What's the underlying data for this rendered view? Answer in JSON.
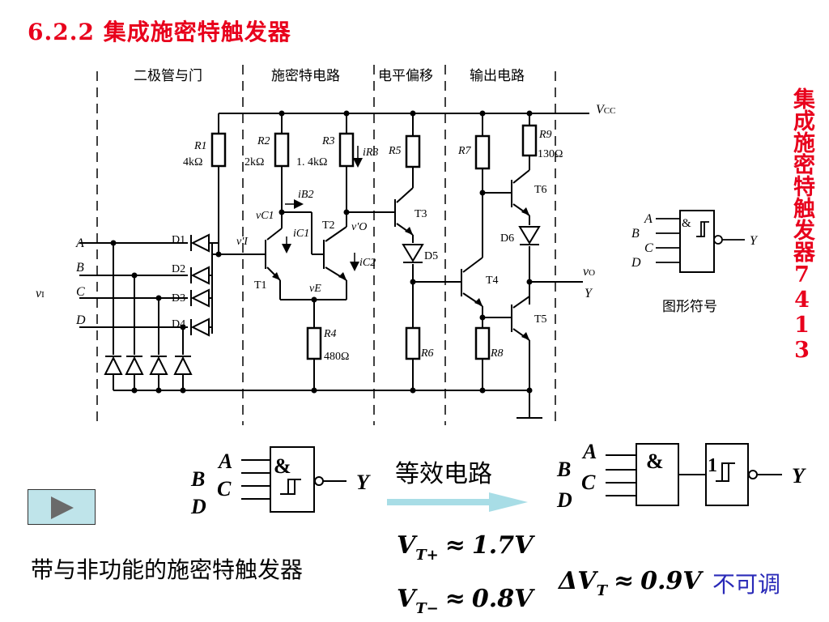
{
  "title": "6.2.2 集成施密特触发器",
  "side_title": "集成施密特触发器7413",
  "sections": [
    "二极管与门",
    "施密特电路",
    "电平偏移",
    "输出电路"
  ],
  "labels": {
    "vcc": "V",
    "vcc_sub": "CC",
    "vi": "v",
    "vi_sub": "I",
    "vo": "v",
    "vo_sub": "O",
    "y": "Y",
    "inputs": [
      "A",
      "B",
      "C",
      "D"
    ],
    "diodes": [
      "D1",
      "D2",
      "D3",
      "D4",
      "D5",
      "D6"
    ],
    "transistors": [
      "T1",
      "T2",
      "T3",
      "T4",
      "T5",
      "T6"
    ],
    "resistors": [
      "R1",
      "R2",
      "R3",
      "R4",
      "R5",
      "R6",
      "R7",
      "R8",
      "R9"
    ],
    "resistor_values": {
      "R1": "4kΩ",
      "R2": "2kΩ",
      "R3": "1. 4kΩ",
      "R4": "480Ω",
      "R9": "130Ω"
    },
    "currents": {
      "iB2": "iB2",
      "iC1": "iC1",
      "iC2": "iC2",
      "iR3": "iR3"
    },
    "nodes": {
      "vc1": "vC1",
      "vi_prime": "v'I",
      "vo_prime": "v'O",
      "ve": "vE"
    }
  },
  "symbol": {
    "caption": "图形符号",
    "gate": "&",
    "inputs": [
      "A",
      "B",
      "C",
      "D"
    ],
    "output": "Y"
  },
  "bottom": {
    "gate_label": "&",
    "inverter_label": "1",
    "inputs": [
      "A",
      "B",
      "C",
      "D"
    ],
    "output": "Y",
    "equiv_label": "等效电路",
    "caption": "带与非功能的施密特触发器",
    "vt_plus": {
      "name": "V",
      "sub": "T+",
      "rel": "≈",
      "value": "1.7V"
    },
    "vt_minus": {
      "name": "V",
      "sub": "T−",
      "rel": "≈",
      "value": "0.8V"
    },
    "delta_vt": {
      "name": "ΔV",
      "sub": "T",
      "rel": "≈",
      "value": "0.9V"
    },
    "note": "不可调"
  },
  "colors": {
    "title": "#e8001c",
    "note": "#2a2ab8",
    "arrow": "#a8dde6"
  }
}
